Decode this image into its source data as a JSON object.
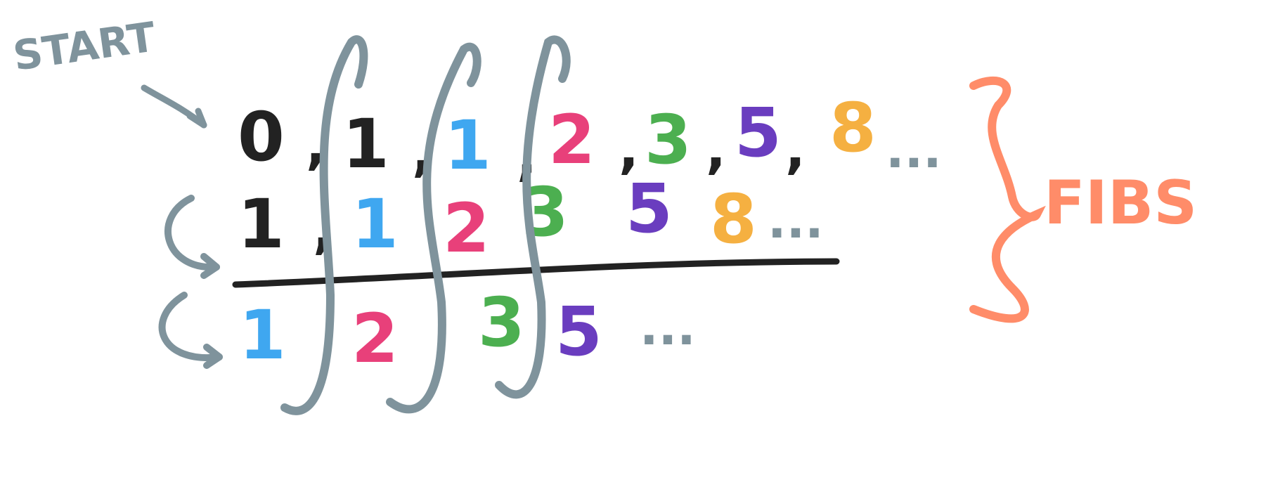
{
  "start_label": "START",
  "fibs_label": "FIBS",
  "colors": {
    "black": "#222222",
    "blue": "#3fa7f0",
    "pink": "#e8407a",
    "green": "#4caf50",
    "purple": "#6a3dbf",
    "orange": "#f5b041",
    "gray": "#7f939c",
    "salmon": "#ff8c69"
  },
  "rows": [
    {
      "name": "row-top",
      "items": [
        {
          "text": "0",
          "color": "black"
        },
        {
          "text": ",",
          "color": "black"
        },
        {
          "text": "1",
          "color": "black"
        },
        {
          "text": ",",
          "color": "black"
        },
        {
          "text": "1",
          "color": "blue"
        },
        {
          "text": ",",
          "color": "black"
        },
        {
          "text": "2",
          "color": "pink"
        },
        {
          "text": ",",
          "color": "black"
        },
        {
          "text": "3",
          "color": "green"
        },
        {
          "text": ",",
          "color": "black"
        },
        {
          "text": "5",
          "color": "purple"
        },
        {
          "text": ",",
          "color": "black"
        },
        {
          "text": "8",
          "color": "orange"
        },
        {
          "text": "...",
          "color": "gray"
        }
      ]
    },
    {
      "name": "row-middle",
      "items": [
        {
          "text": "1",
          "color": "black"
        },
        {
          "text": ",",
          "color": "black"
        },
        {
          "text": "1",
          "color": "blue"
        },
        {
          "text": "2",
          "color": "pink"
        },
        {
          "text": "3",
          "color": "green"
        },
        {
          "text": "5",
          "color": "purple"
        },
        {
          "text": "8",
          "color": "orange"
        },
        {
          "text": "...",
          "color": "gray"
        }
      ]
    },
    {
      "name": "row-bottom",
      "items": [
        {
          "text": "1",
          "color": "blue"
        },
        {
          "text": "2",
          "color": "pink"
        },
        {
          "text": "3",
          "color": "green"
        },
        {
          "text": "5",
          "color": "purple"
        },
        {
          "text": "...",
          "color": "gray"
        }
      ]
    }
  ]
}
